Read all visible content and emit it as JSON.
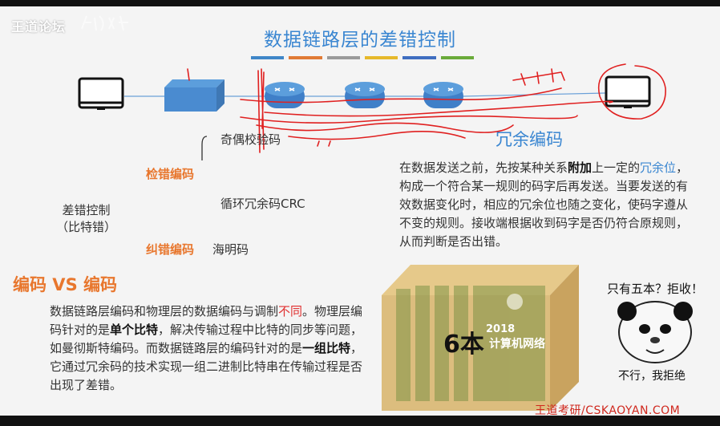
{
  "header": {
    "logo_text": "王道论坛",
    "title": "数据链路层的差错控制"
  },
  "colors": {
    "title_blue": "#3a86d1",
    "accent_orange": "#e8772e",
    "accent_red": "#e03030",
    "strip": [
      "#3f86c8",
      "#e07a35",
      "#9a9a9a",
      "#e6b82a",
      "#3f6ec0",
      "#6aaa3a"
    ]
  },
  "network": {
    "icons": [
      "computer-icon",
      "switch-icon",
      "router-icon",
      "router-icon",
      "router-icon",
      "computer-icon"
    ]
  },
  "tree": {
    "root_line1": "差错控制",
    "root_line2": "（比特错）",
    "detect_label": "检错编码",
    "correct_label": "纠错编码",
    "odd_parity": "奇偶校验码",
    "crc": "循环冗余码CRC",
    "hamming": "海明码"
  },
  "redundancy": {
    "title": "冗余编码",
    "p1": "在数据发送之前，先按某种关系",
    "p1_bold": "附加",
    "p1_b": "上一定的",
    "p1_blue": "冗余位",
    "p1_c": "，构成一个符合某一规则的码字后再发送。当要发送的有效数据变化时，相应的冗余位也随之变化，使码字遵从不变的规则。接收端根据收到码字是否仍符合原规则，从而判断是否出错。"
  },
  "vs": {
    "title": "编码 VS 编码",
    "t1": "数据链路层编码和物理层的数据编码与调制",
    "t1_red": "不同",
    "t2": "。物理层编码针对的是",
    "t2_bold": "单个比特",
    "t3": "，解决传输过程中比特的同步等问题，如曼彻斯特编码。而数据链路层的编码针对的是",
    "t3_bold": "一组比特",
    "t4": "，它通过冗余码的技术实现一组二进制比特串在传输过程是否出现了差错。"
  },
  "box": {
    "label": "6本",
    "book_year": "2018",
    "book_name": "计算机网络"
  },
  "meme": {
    "title": "只有五本？拒收！",
    "caption": "不行，我拒绝"
  },
  "footer": {
    "brand": "王道考研/CSKAOYAN.COM"
  }
}
